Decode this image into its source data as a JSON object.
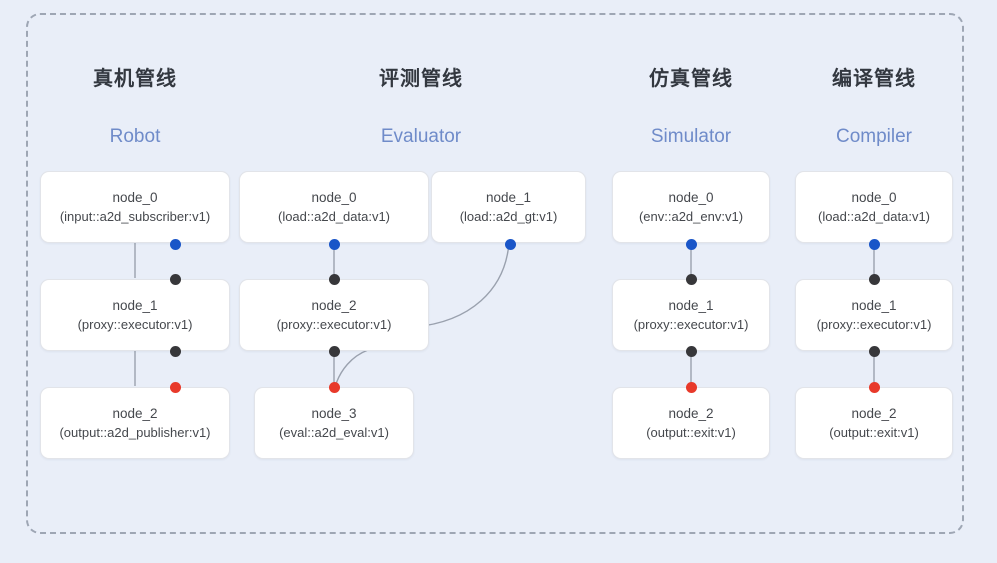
{
  "diagram": {
    "background_color": "#e9eef8",
    "frame_border_color": "#9ea6b4",
    "node_fill": "#ffffff",
    "node_border": "#e2e4e9",
    "edge_color": "#8f96a6",
    "dot_colors": {
      "source": "#1a56c8",
      "relay": "#37373a",
      "sink": "#e8392a"
    },
    "title_cn_color": "#333840",
    "title_en_color": "#6f8bc9"
  },
  "columns": [
    {
      "id": "robot",
      "title_cn": "真机管线",
      "title_en": "Robot",
      "nodes": [
        {
          "name": "node_0",
          "type": "(input::a2d_subscriber:v1)",
          "bottom_dot": "source"
        },
        {
          "name": "node_1",
          "type": "(proxy::executor:v1)",
          "top_dot": "relay",
          "bottom_dot": "relay"
        },
        {
          "name": "node_2",
          "type": "(output::a2d_publisher:v1)",
          "top_dot": "sink"
        }
      ]
    },
    {
      "id": "evaluator",
      "title_cn": "评测管线",
      "title_en": "Evaluator",
      "nodes": [
        {
          "name": "node_0",
          "type": "(load::a2d_data:v1)",
          "bottom_dot": "source"
        },
        {
          "name": "node_1",
          "type": "(load::a2d_gt:v1)",
          "bottom_dot": "source"
        },
        {
          "name": "node_2",
          "type": "(proxy::executor:v1)",
          "top_dot": "relay",
          "bottom_dot": "relay"
        },
        {
          "name": "node_3",
          "type": "(eval::a2d_eval:v1)",
          "top_dot": "sink"
        }
      ]
    },
    {
      "id": "simulator",
      "title_cn": "仿真管线",
      "title_en": "Simulator",
      "nodes": [
        {
          "name": "node_0",
          "type": "(env::a2d_env:v1)",
          "bottom_dot": "source"
        },
        {
          "name": "node_1",
          "type": "(proxy::executor:v1)",
          "top_dot": "relay",
          "bottom_dot": "relay"
        },
        {
          "name": "node_2",
          "type": "(output::exit:v1)",
          "top_dot": "sink"
        }
      ]
    },
    {
      "id": "compiler",
      "title_cn": "编译管线",
      "title_en": "Compiler",
      "nodes": [
        {
          "name": "node_0",
          "type": "(load::a2d_data:v1)",
          "bottom_dot": "source"
        },
        {
          "name": "node_1",
          "type": "(proxy::executor:v1)",
          "top_dot": "relay",
          "bottom_dot": "relay"
        },
        {
          "name": "node_2",
          "type": "(output::exit:v1)",
          "top_dot": "sink"
        }
      ]
    }
  ]
}
